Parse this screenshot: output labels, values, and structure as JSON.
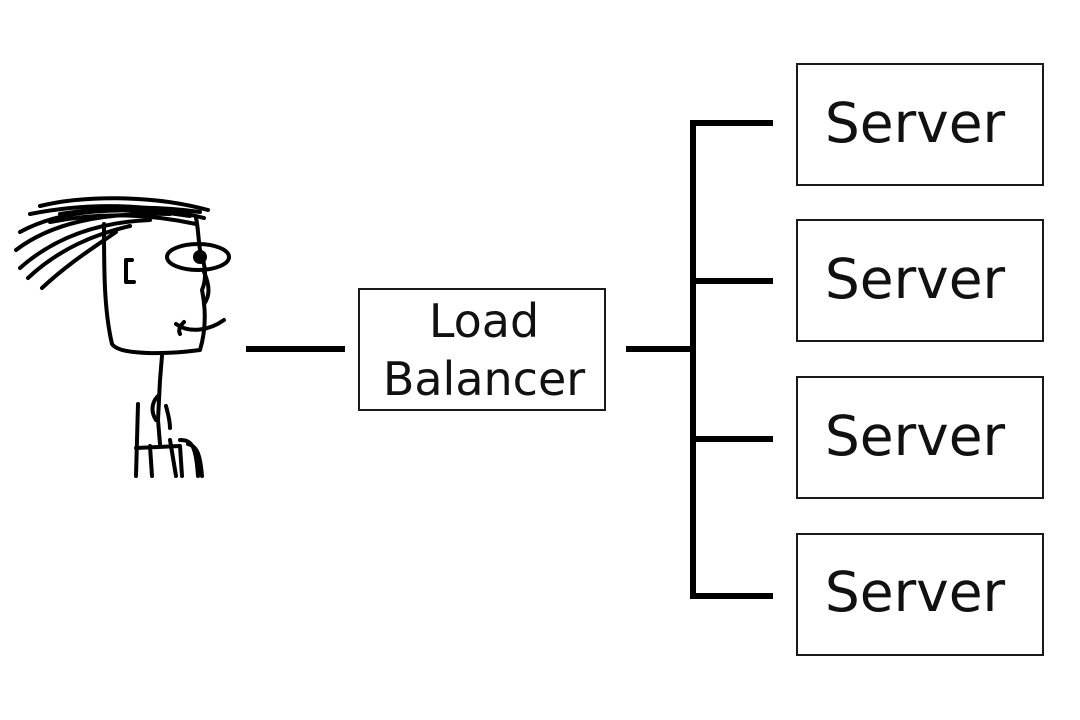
{
  "diagram": {
    "user": {
      "icon": "stick-figure-user-icon"
    },
    "load_balancer": {
      "label_line1": "Load",
      "label_line2": "Balancer"
    },
    "servers": [
      {
        "label": "Server"
      },
      {
        "label": "Server"
      },
      {
        "label": "Server"
      },
      {
        "label": "Server"
      }
    ]
  }
}
